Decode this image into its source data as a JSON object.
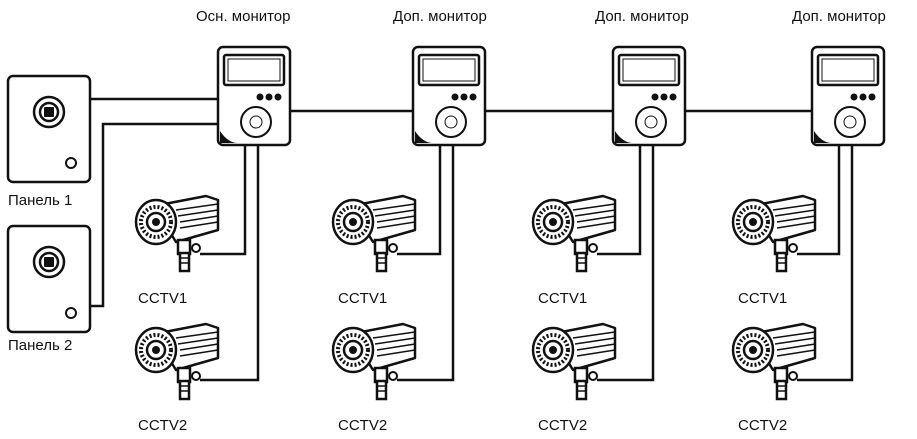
{
  "monitors": [
    {
      "label": "Осн. монитор",
      "icon": "intercom-monitor-icon"
    },
    {
      "label": "Доп. монитор",
      "icon": "intercom-monitor-icon"
    },
    {
      "label": "Доп. монитор",
      "icon": "intercom-monitor-icon"
    },
    {
      "label": "Доп. монитор",
      "icon": "intercom-monitor-icon"
    }
  ],
  "panels": [
    {
      "label": "Панель 1",
      "icon": "call-panel-icon"
    },
    {
      "label": "Панель 2",
      "icon": "call-panel-icon"
    }
  ],
  "cameras": [
    {
      "label": "CCTV1",
      "icon": "cctv-camera-icon"
    },
    {
      "label": "CCTV2",
      "icon": "cctv-camera-icon"
    },
    {
      "label": "CCTV1",
      "icon": "cctv-camera-icon"
    },
    {
      "label": "CCTV2",
      "icon": "cctv-camera-icon"
    },
    {
      "label": "CCTV1",
      "icon": "cctv-camera-icon"
    },
    {
      "label": "CCTV2",
      "icon": "cctv-camera-icon"
    },
    {
      "label": "CCTV1",
      "icon": "cctv-camera-icon"
    },
    {
      "label": "CCTV2",
      "icon": "cctv-camera-icon"
    }
  ],
  "colors": {
    "stroke": "#111111",
    "background": "#ffffff"
  }
}
